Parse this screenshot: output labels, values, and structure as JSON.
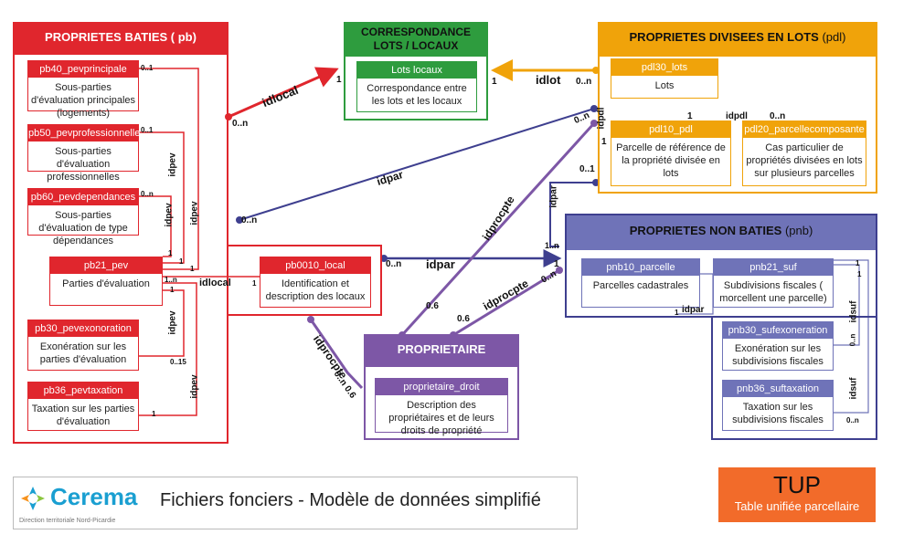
{
  "groups": {
    "pb": {
      "title": "PROPRIETES BATIES ( pb)"
    },
    "corr": {
      "title_line1": "CORRESPONDANCE",
      "title_line2": "LOTS / LOCAUX"
    },
    "pdl": {
      "title_bold": "PROPRIETES DIVISEES EN LOTS",
      "title_light": "(pdl)"
    },
    "pnb": {
      "title_bold": "PROPRIETES NON BATIES",
      "title_light": "(pnb)"
    },
    "prop": {
      "title": "PROPRIETAIRE"
    }
  },
  "tables": {
    "pb40": {
      "name": "pb40_pevprincipale",
      "desc": "Sous-parties d'évaluation principales (logements)"
    },
    "pb50": {
      "name": "pb50_pevprofessionnelle",
      "desc": "Sous-parties d'évaluation professionnelles"
    },
    "pb60": {
      "name": "pb60_pevdependances",
      "desc": "Sous-parties d'évaluation de type dépendances"
    },
    "pb21": {
      "name": "pb21_pev",
      "desc": "Parties d'évaluation"
    },
    "pb30": {
      "name": "pb30_pevexonoration",
      "desc": "Exonération sur les parties d'évaluation"
    },
    "pb36": {
      "name": "pb36_pevtaxation",
      "desc": "Taxation sur les parties d'évaluation"
    },
    "pb0010": {
      "name": "pb0010_local",
      "desc": "Identification et description des locaux"
    },
    "lots": {
      "name": "Lots locaux",
      "desc": "Correspondance entre les lots et les locaux"
    },
    "pdl30": {
      "name": "pdl30_lots",
      "desc": "Lots"
    },
    "pdl10": {
      "name": "pdl10_pdl",
      "desc": "Parcelle de référence de la propriété divisée en lots"
    },
    "pdl20": {
      "name": "pdl20_parcellecomposante",
      "desc": "Cas particulier de propriétés divisées en lots sur plusieurs parcelles"
    },
    "pnb10": {
      "name": "pnb10_parcelle",
      "desc": "Parcelles cadastrales"
    },
    "pnb21": {
      "name": "pnb21_suf",
      "desc": "Subdivisions fiscales ( morcellent une parcelle)"
    },
    "pnb30": {
      "name": "pnb30_sufexoneration",
      "desc": "Exonération sur les subdivisions fiscales"
    },
    "pnb36": {
      "name": "pnb36_suftaxation",
      "desc": "Taxation sur les subdivisions fiscales"
    },
    "propdroit": {
      "name": "proprietaire_droit",
      "desc": "Description des propriétaires et de leurs droits de propriété"
    }
  },
  "labels": {
    "idlocal_top": "idlocal",
    "idlot": "idlot",
    "idpdl": "idpdl",
    "idpdl_v": "idpdl",
    "idpar_diag": "idpar",
    "idpar_h": "idpar",
    "idpar_v": "idpar",
    "idpar_pnb": "idpar",
    "idprocpte_up": "idprocpte",
    "idprocpte_mid": "idprocpte",
    "idprocpte_down": "idprocpte",
    "idpev1": "idpev",
    "idpev2": "idpev",
    "idpev3": "idpev",
    "idpev4": "idpev",
    "idpev5": "idpev",
    "idlocal_pb": "idlocal",
    "idsuf1": "idsuf",
    "idsuf2": "idsuf"
  },
  "cards": {
    "c1": "0..n",
    "c2": "1",
    "c3": "1",
    "c4": "0..n",
    "c5": "1",
    "c6": "0..n",
    "c7": "0..n",
    "c8": "0..n",
    "c9": "1",
    "c10": "0..1",
    "c11": "0..n",
    "c12": "1",
    "c13": "1..n",
    "c14": "0.6",
    "c15": "0.6",
    "c16": "0..n",
    "c17": "0..n 0.6",
    "c18": "0..1",
    "c19": "0..1",
    "c20": "0..n",
    "c21": "1",
    "c22": "1",
    "c23": "1",
    "c24": "1..n",
    "c25": "1",
    "c26": "0..15",
    "c27": "1",
    "c28": "1",
    "c29": "1",
    "c30": "0..n",
    "c31": "0..n",
    "c32": "1",
    "c33": "1"
  },
  "footer": {
    "brand": "Cerema",
    "brand_sub": "Direction territoriale Nord-Picardie",
    "title": "Fichiers fonciers - Modèle de données simplifié",
    "tup_title": "TUP",
    "tup_sub": "Table unifiée parcellaire"
  },
  "colors": {
    "red": "#e0262d",
    "orange": "#f0a30a",
    "green": "#2e9c3e",
    "purple": "#7d57a6",
    "blue": "#6f73b8",
    "navy": "#3e3f8f",
    "tup": "#f26b2a"
  }
}
